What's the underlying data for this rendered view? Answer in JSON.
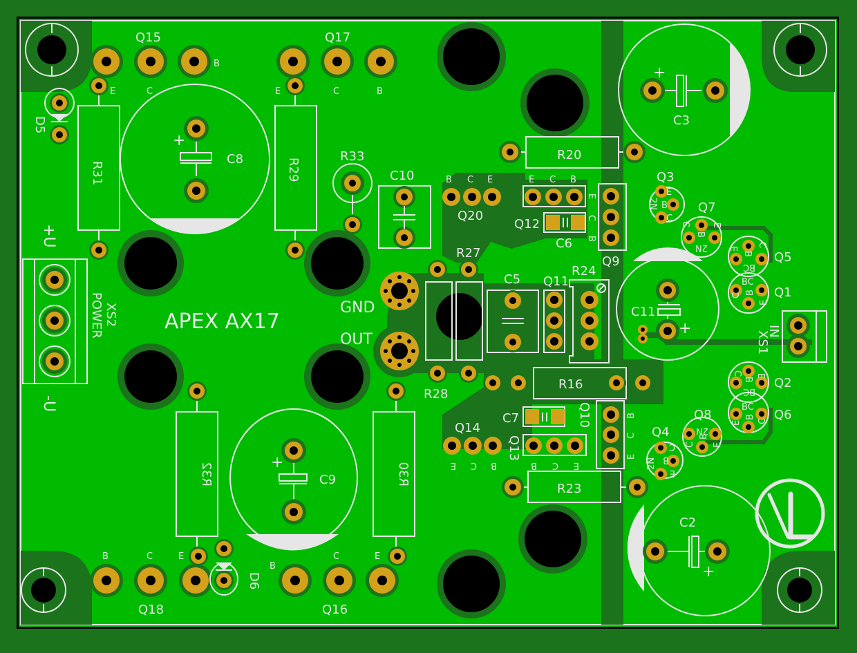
{
  "board": {
    "title": "APEX AX17",
    "colors": {
      "background": "#1b731b",
      "copper_pour": "#00bb00",
      "clearance": "#1b731b",
      "pad": "#d4a21a",
      "drill": "#000000",
      "silkscreen": "#e6e6e6"
    }
  },
  "connectors": {
    "power": {
      "ref": "XS2",
      "name": "POWER",
      "plus": "+U",
      "minus": "-U"
    },
    "input": {
      "ref": "XS1",
      "name": "IN"
    },
    "gnd": "GND",
    "out": "OUT"
  },
  "transistors_big": [
    {
      "ref": "Q15",
      "pins": [
        "E",
        "C",
        "B"
      ]
    },
    {
      "ref": "Q17",
      "pins": [
        "E",
        "C",
        "B"
      ]
    },
    {
      "ref": "Q18",
      "pins": [
        "B",
        "C",
        "E"
      ]
    },
    {
      "ref": "Q16",
      "pins": [
        "B",
        "C",
        "E"
      ]
    }
  ],
  "diodes": [
    "D5",
    "D6"
  ],
  "resistors": {
    "R31": "R31",
    "R29": "R29",
    "R32": "R32",
    "R30": "R30",
    "R33": "R33",
    "R20": "R20",
    "R27": "R27",
    "R28": "R28",
    "R24": "R24",
    "R16": "R16",
    "R23": "R23"
  },
  "capacitors": {
    "C8": "C8",
    "C9": "C9",
    "C3": "C3",
    "C2": "C2",
    "C11": "C11",
    "C10": "C10",
    "C5": "C5",
    "C6": "C6",
    "C7": "C7"
  },
  "small_transistors": {
    "Q20": {
      "ref": "Q20",
      "pins": [
        "B",
        "C",
        "E"
      ]
    },
    "Q12": {
      "ref": "Q12",
      "pins": [
        "E",
        "C",
        "B"
      ]
    },
    "Q9": {
      "ref": "Q9",
      "pins": [
        "E",
        "C",
        "B"
      ]
    },
    "Q11": {
      "ref": "Q11"
    },
    "Q14": {
      "ref": "Q14",
      "pins": [
        "E",
        "C",
        "B"
      ]
    },
    "Q13": {
      "ref": "Q13",
      "pins": [
        "B",
        "C",
        "E"
      ]
    },
    "Q10": {
      "ref": "Q10",
      "pins": [
        "B",
        "C",
        "E"
      ]
    }
  },
  "to92": {
    "Q3": {
      "ref": "Q3",
      "pins": [
        "E",
        "B",
        "C"
      ],
      "part": "2N"
    },
    "Q7": {
      "ref": "Q7",
      "pins": [
        "C",
        "B",
        "E"
      ],
      "part": "2N"
    },
    "Q5": {
      "ref": "Q5",
      "pins": [
        "E",
        "B",
        "C"
      ],
      "part": "BC"
    },
    "Q1": {
      "ref": "Q1",
      "pins": [
        "C",
        "B",
        "E"
      ],
      "part": "BC"
    },
    "Q2": {
      "ref": "Q2",
      "pins": [
        "C",
        "B",
        "E"
      ],
      "part": "BC"
    },
    "Q6": {
      "ref": "Q6",
      "pins": [
        "E",
        "B",
        "C"
      ],
      "part": "BC"
    },
    "Q8": {
      "ref": "Q8",
      "pins": [
        "C",
        "B",
        "E"
      ],
      "part": "2N"
    },
    "Q4": {
      "ref": "Q4",
      "pins": [
        "C",
        "B",
        "E"
      ],
      "part": "2N"
    }
  },
  "polarity": "+"
}
